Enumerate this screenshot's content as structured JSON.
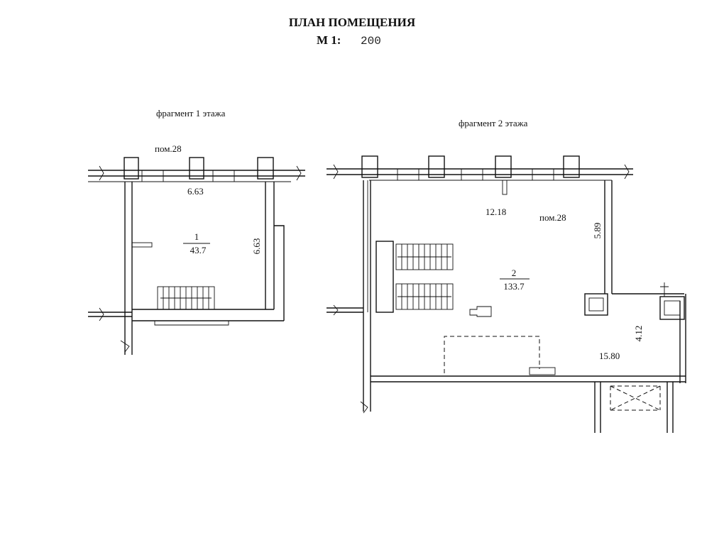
{
  "title": {
    "main": "ПЛАН ПОМЕЩЕНИЯ",
    "scale_label": "М 1:",
    "scale_value": "200"
  },
  "fragments": {
    "first": {
      "caption": "фрагмент 1 этажа",
      "adjacent_room": "пом.28",
      "room_number": "1",
      "room_area": "43.7",
      "dim_top": "6.63",
      "dim_side": "6.63"
    },
    "second": {
      "caption": "фрагмент 2 этажа",
      "adjacent_room": "пом.28",
      "room_number": "2",
      "room_area": "133.7",
      "dim_top": "12.18",
      "dim_right": "5.89",
      "dim_lower_right": "4.12",
      "dim_bottom": "15.80"
    }
  }
}
